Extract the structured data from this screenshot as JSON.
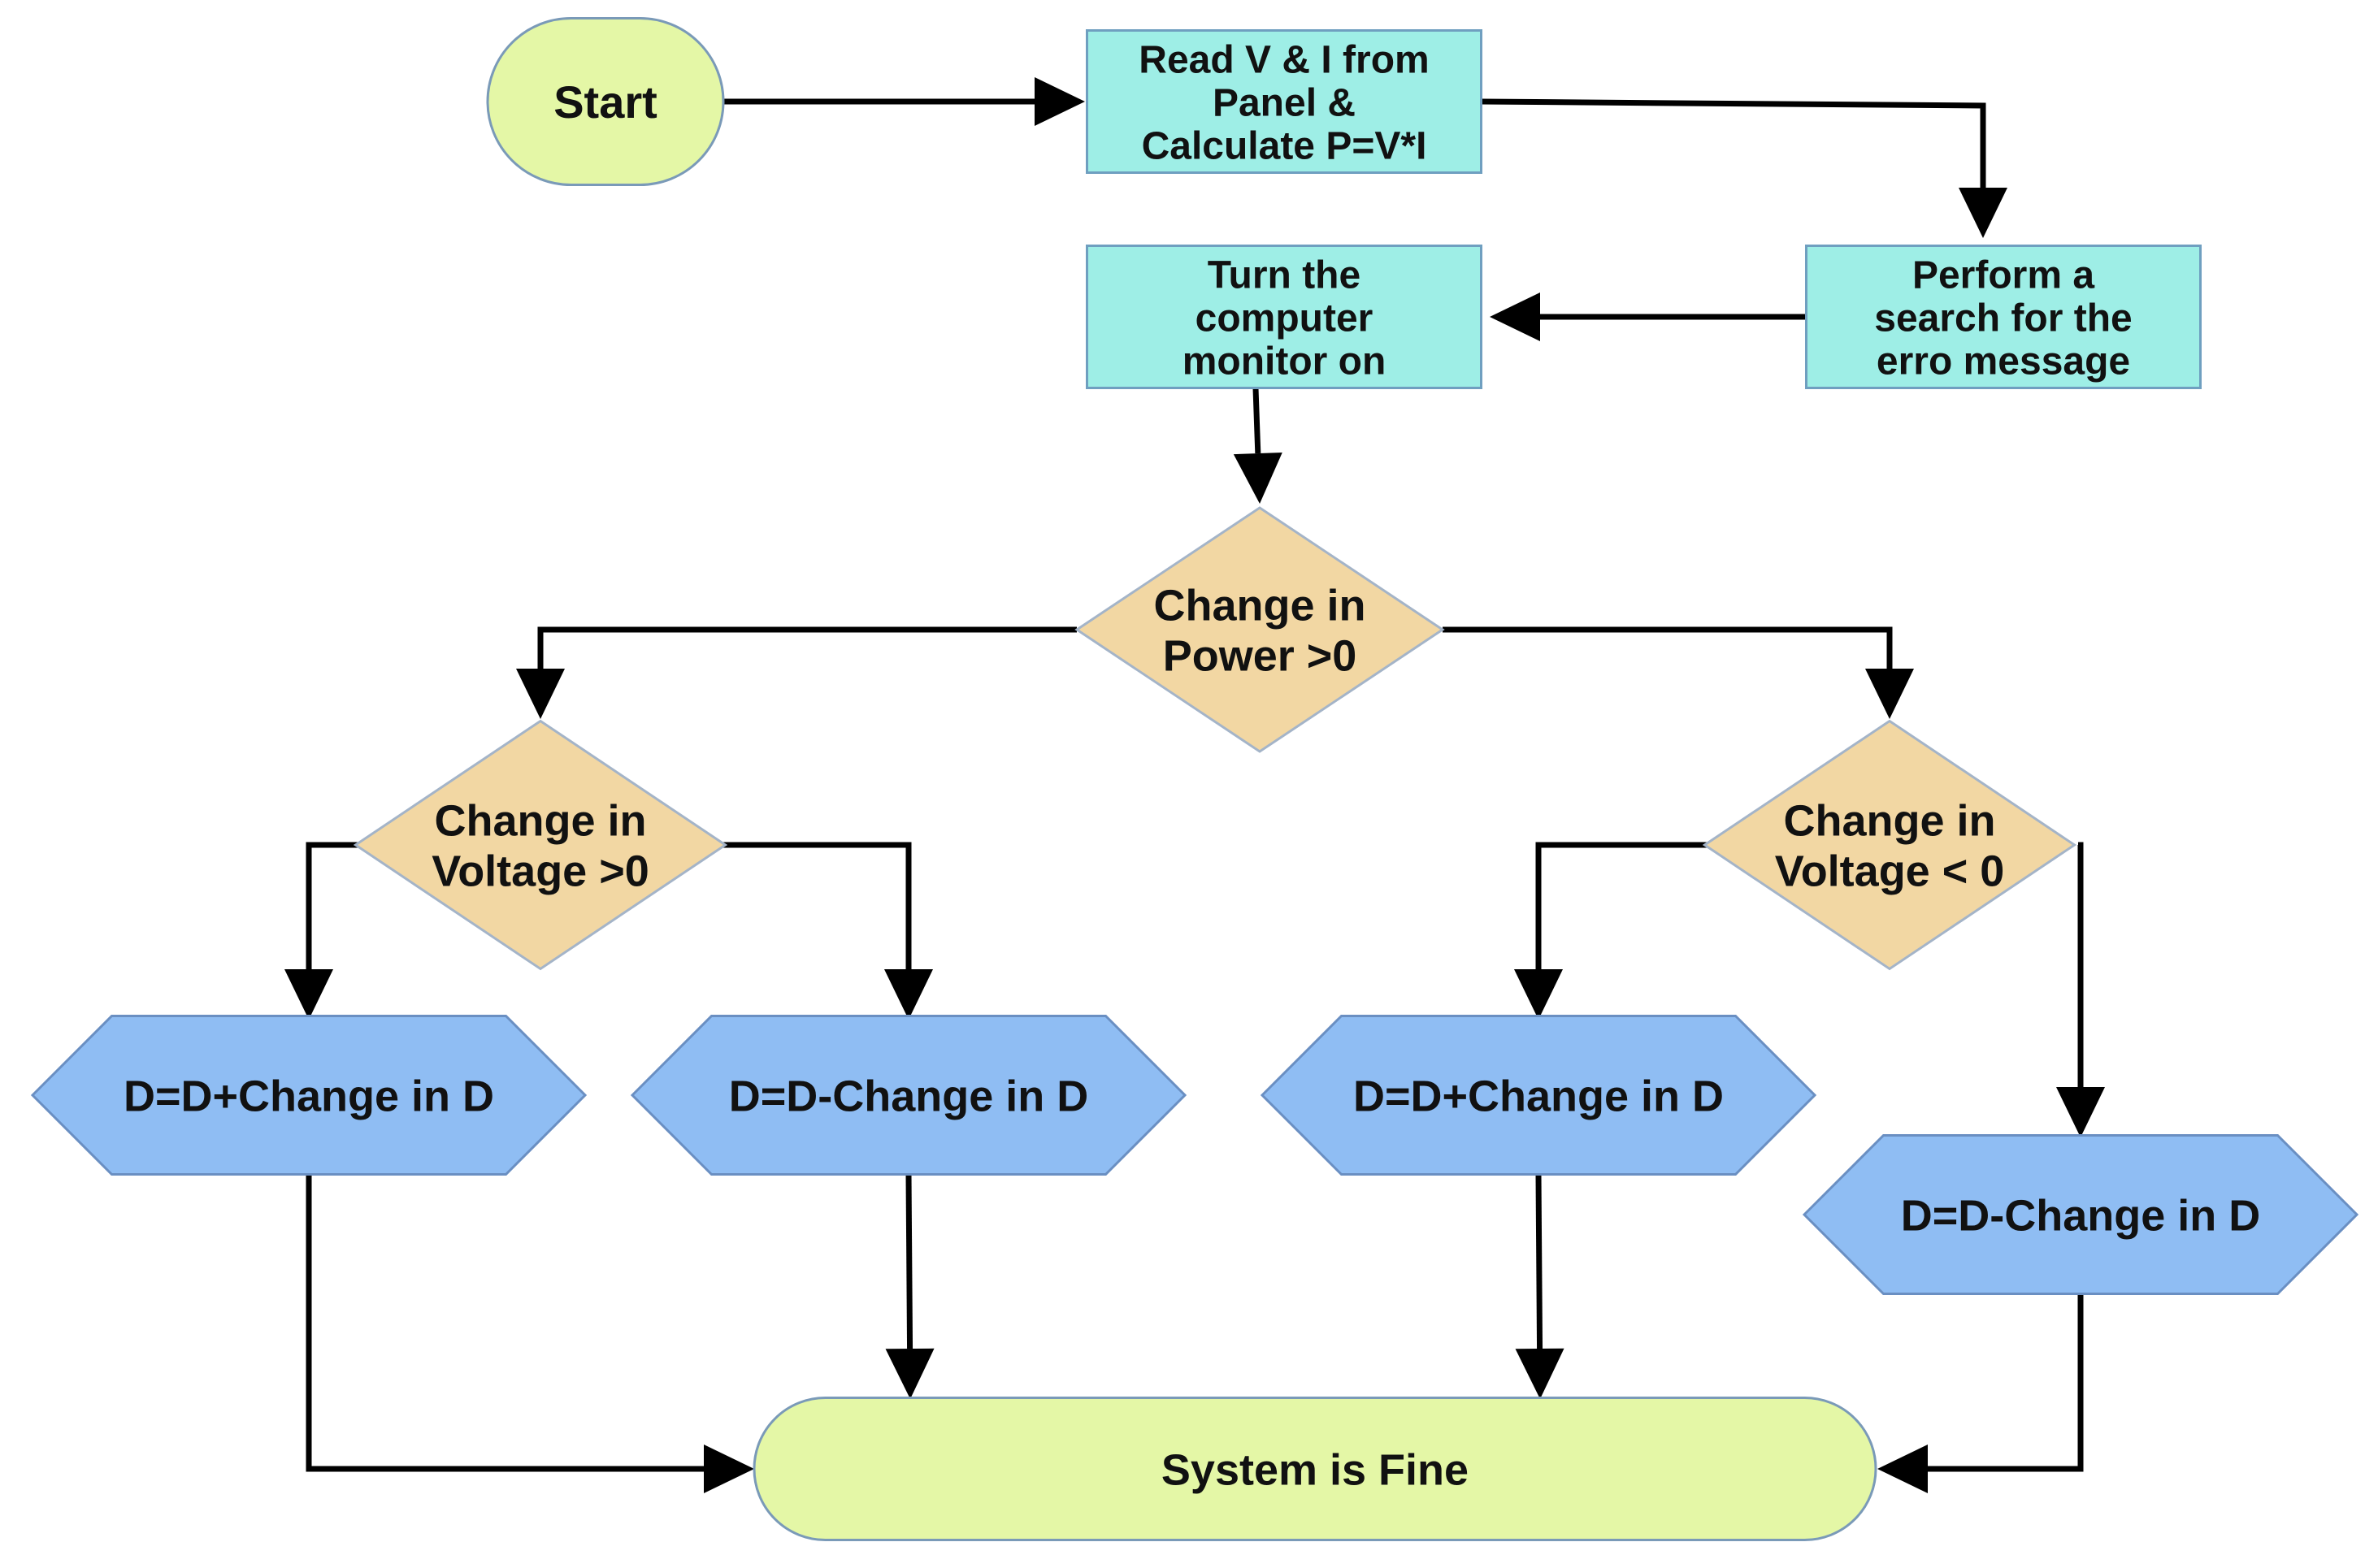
{
  "colors": {
    "terminal_fill": "#e4f7a6",
    "terminal_stroke": "#7a9ab8",
    "process_fill": "#9eeee6",
    "process_stroke": "#6f9fc0",
    "decision_fill": "#f2d7a3",
    "decision_stroke": "#a4b4c8",
    "update_fill": "#8fbdf3",
    "update_stroke": "#6a8fc2",
    "edge": "#000000"
  },
  "nodes": {
    "start": {
      "shape": "terminal",
      "lines": [
        "Start"
      ]
    },
    "read": {
      "shape": "process",
      "lines": [
        "Read V & I from",
        "Panel &",
        "Calculate P=V*I"
      ]
    },
    "search": {
      "shape": "process",
      "lines": [
        "Perform a",
        "search for the",
        "erro message"
      ]
    },
    "monitor": {
      "shape": "process",
      "lines": [
        "Turn the",
        "computer",
        "monitor on"
      ]
    },
    "power": {
      "shape": "decision",
      "lines": [
        "Change in",
        "Power >0"
      ]
    },
    "voltage_pos": {
      "shape": "decision",
      "lines": [
        "Change in",
        "Voltage >0"
      ]
    },
    "voltage_neg": {
      "shape": "decision",
      "lines": [
        "Change in",
        "Voltage < 0"
      ]
    },
    "inc_left": {
      "shape": "update",
      "lines": [
        "D=D+Change in D"
      ]
    },
    "dec_left": {
      "shape": "update",
      "lines": [
        "D=D-Change in D"
      ]
    },
    "inc_right": {
      "shape": "update",
      "lines": [
        "D=D+Change in D"
      ]
    },
    "dec_right": {
      "shape": "update",
      "lines": [
        "D=D-Change in D"
      ]
    },
    "fine": {
      "shape": "terminal",
      "lines": [
        "System is Fine"
      ]
    }
  },
  "edges": [
    {
      "from": "start",
      "to": "read"
    },
    {
      "from": "read",
      "to": "search"
    },
    {
      "from": "search",
      "to": "monitor"
    },
    {
      "from": "monitor",
      "to": "power"
    },
    {
      "from": "power",
      "to": "voltage_pos"
    },
    {
      "from": "power",
      "to": "voltage_neg"
    },
    {
      "from": "voltage_pos",
      "to": "inc_left"
    },
    {
      "from": "voltage_pos",
      "to": "dec_left"
    },
    {
      "from": "voltage_neg",
      "to": "inc_right"
    },
    {
      "from": "voltage_neg",
      "to": "dec_right"
    },
    {
      "from": "inc_left",
      "to": "fine"
    },
    {
      "from": "dec_left",
      "to": "fine"
    },
    {
      "from": "inc_right",
      "to": "fine"
    },
    {
      "from": "dec_right",
      "to": "fine"
    }
  ]
}
